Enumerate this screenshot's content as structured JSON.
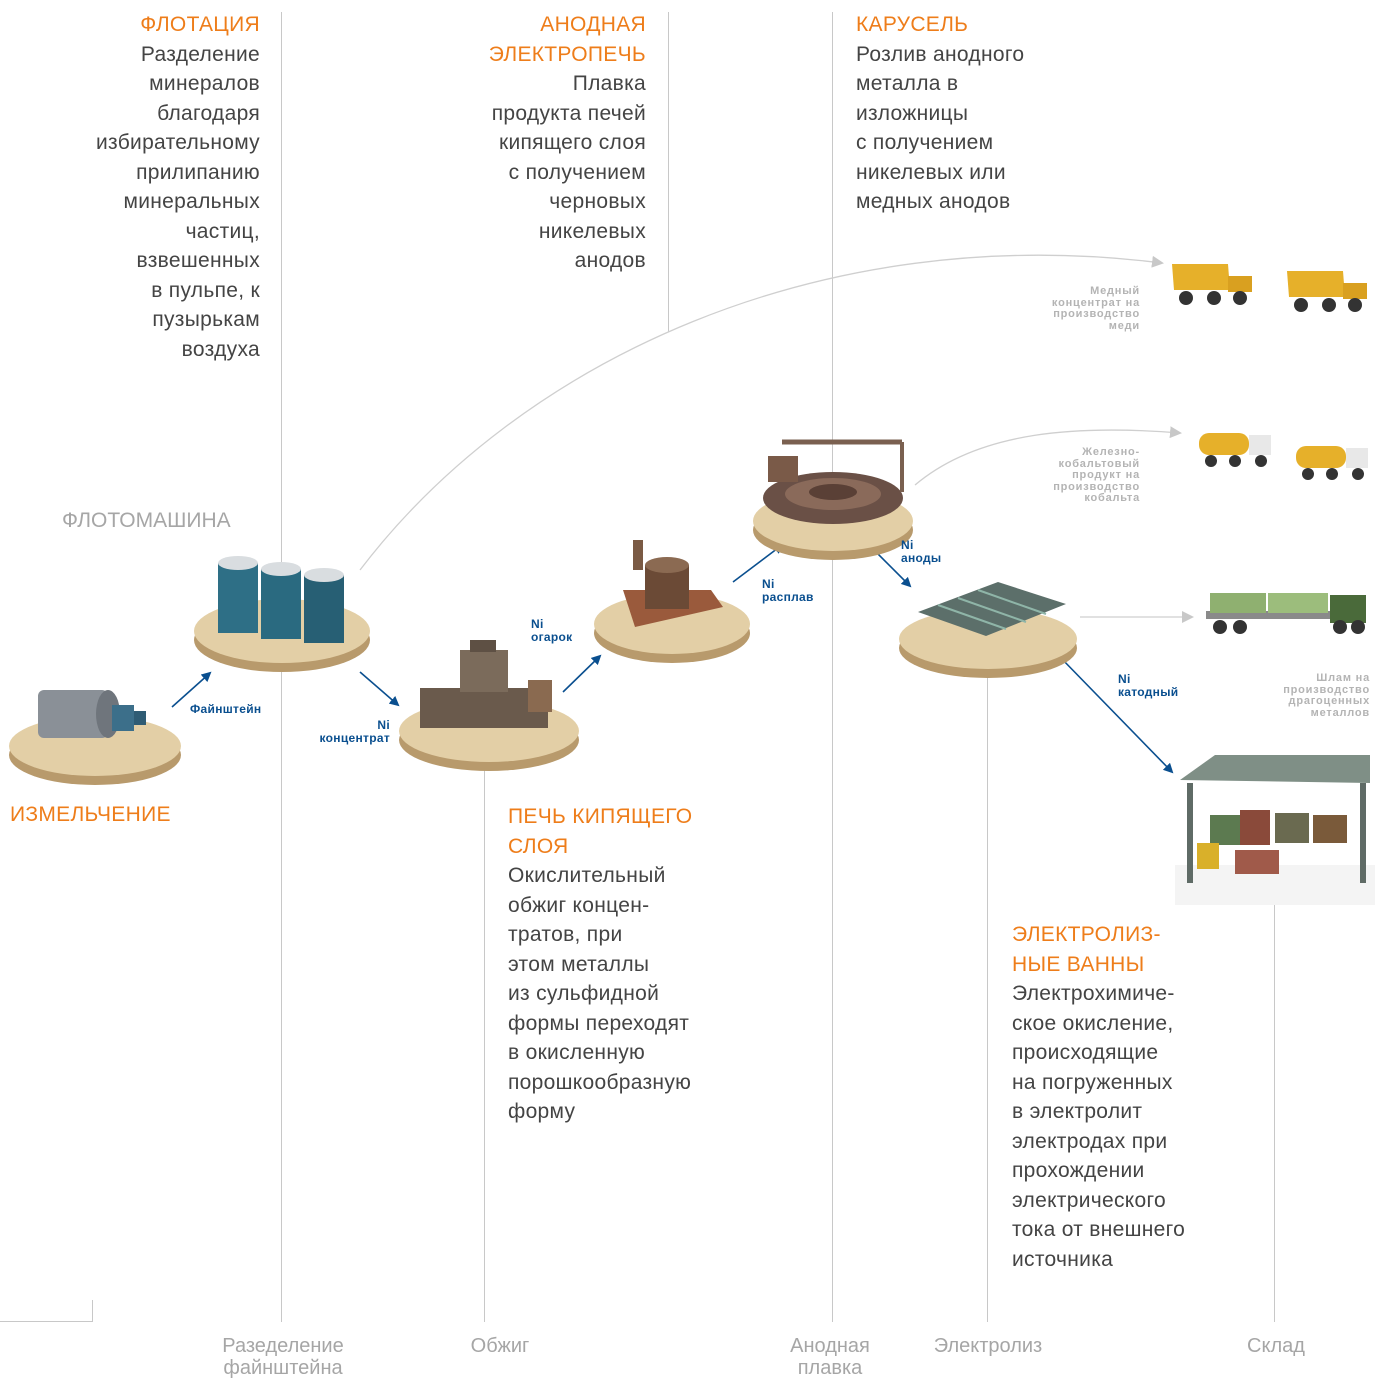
{
  "blocks": {
    "flotation": {
      "title": "ФЛОТАЦИЯ",
      "desc": "Разделение\nминералов\nблагодаря\nизбирательному\nприлипанию\nминеральных\nчастиц,\nвзвешенных\nв пульпе, к\nпузырькам\nвоздуха"
    },
    "anode_furnace": {
      "title": "АНОДНАЯ\nЭЛЕКТРОПЕЧЬ",
      "desc": "Плавка\nпродукта печей\nкипящего слоя\nс получением\nчерновых\nникелевых\nанодов"
    },
    "carousel": {
      "title": "КАРУСЕЛЬ",
      "desc": "Розлив анодного\nметалла в\nизложницы\nс получением\nникелевых или\nмедных анодов"
    },
    "fluid_bed": {
      "title": "ПЕЧЬ КИПЯЩЕГО\nСЛОЯ",
      "desc": "Окислительный\nобжиг концен-\nтратов, при\nэтом металлы\nиз сульфидной\nформы переходят\nв окисленную\nпорошкообразную\nформу"
    },
    "electrolysis": {
      "title": "ЭЛЕКТРОЛИЗ-\nНЫЕ ВАННЫ",
      "desc": "Электрохимиче-\nское окисление,\nпроисходящие\nна погруженных\nв электролит\nэлектродах при\nпрохождении\nэлектрического\nтока от внешнего\nисточника"
    }
  },
  "labels": {
    "flotation_machine": "ФЛОТОМАШИНА",
    "grinding": "ИЗМЕЛЬЧЕНИЕ"
  },
  "flows": {
    "matte": "Файнштейн",
    "ni_concentrate": "Ni\nконцентрат",
    "ni_calcine": "Ni\nогарок",
    "ni_melt": "Ni\nрасплав",
    "ni_anodes": "Ni\nаноды",
    "ni_cathode": "Ni\nкатодный"
  },
  "outputs": {
    "copper": "Медный\nконцентрат на\nпроизводство\nмеди",
    "cobalt": "Железно-\nкобальтовый\nпродукт на\nпроизводство\nкобальта",
    "sludge": "Шлам на\nпроизводство\nдрагоценных\nметаллов"
  },
  "stages": {
    "matte_separation": "Разеделение\nфайнштейна",
    "roasting": "Обжиг",
    "anode_smelting": "Анодная\nплавка",
    "electrolysis": "Электролиз",
    "warehouse": "Склад"
  },
  "colors": {
    "accent": "#ee7d1a",
    "flow": "#0a4f8f",
    "line": "#c8c8c8",
    "muted": "#a6a6a6"
  },
  "icons": {
    "grinding_mill": "ball-mill-icon",
    "flotation_machine": "flotation-tanks-icon",
    "fluid_bed_furnace": "roasting-furnace-icon",
    "anode_furnace": "anode-furnace-icon",
    "carousel": "casting-carousel-icon",
    "electrolysis_baths": "electrolysis-baths-icon",
    "warehouse": "warehouse-icon",
    "truck": "truck-icon"
  }
}
